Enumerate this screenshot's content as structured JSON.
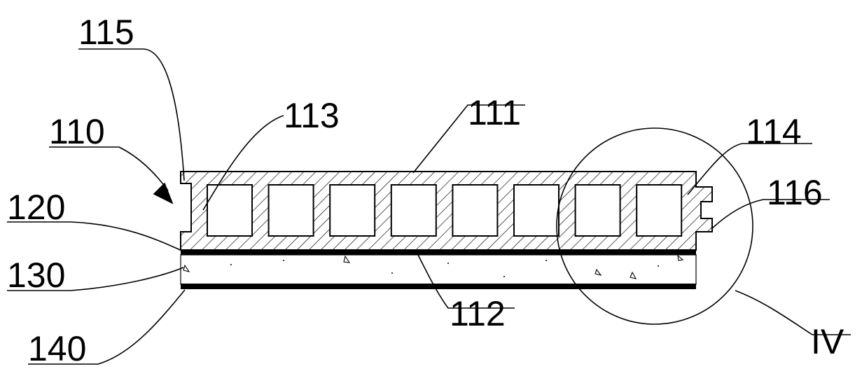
{
  "labels": {
    "l115": "115",
    "l113": "113",
    "l111": "111",
    "l110": "110",
    "l114": "114",
    "l116": "116",
    "l120": "120",
    "l130": "130",
    "l140": "140",
    "l112": "112",
    "detail": "IV"
  },
  "cavity_count": 8,
  "colors": {
    "line": "#000000",
    "background": "#ffffff"
  }
}
